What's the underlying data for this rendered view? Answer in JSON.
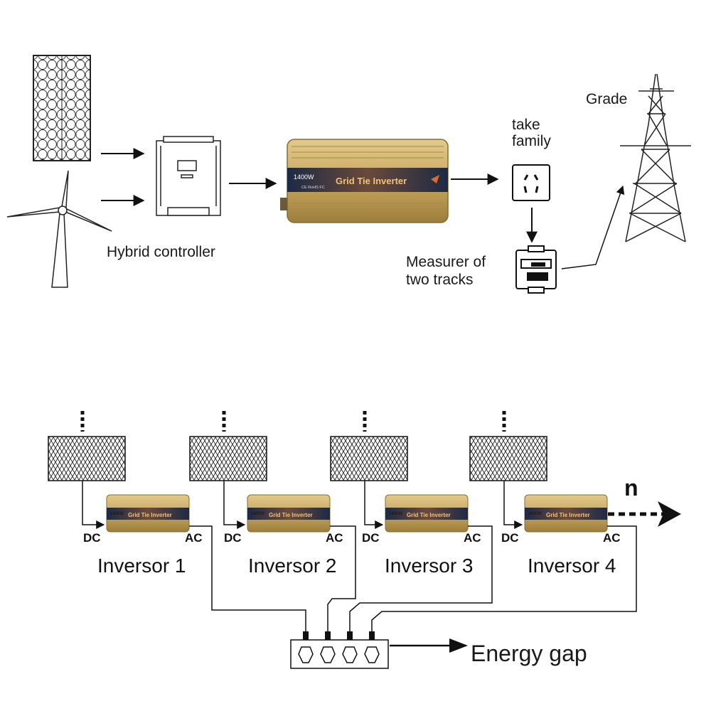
{
  "top": {
    "hybrid_controller": "Hybrid controller",
    "inverter_power": "1400W",
    "inverter_name": "Grid Tie Inverter",
    "inverter_cert": "CE RoHS FC",
    "outlet_line1": "take",
    "outlet_line2": "family",
    "meter_line1": "Measurer of",
    "meter_line2": "two tracks",
    "grid": "Grade"
  },
  "bottom": {
    "n_label": "n",
    "dc": "DC",
    "ac": "AC",
    "inverters": [
      {
        "label": "Inversor 1"
      },
      {
        "label": "Inversor 2"
      },
      {
        "label": "Inversor 3"
      },
      {
        "label": "Inversor 4"
      }
    ],
    "energy": "Energy gap"
  },
  "colors": {
    "inverter_gold": "#c9a85e",
    "inverter_band": "#2b3a55",
    "inverter_text": "#f2c27a",
    "line": "#111111"
  }
}
